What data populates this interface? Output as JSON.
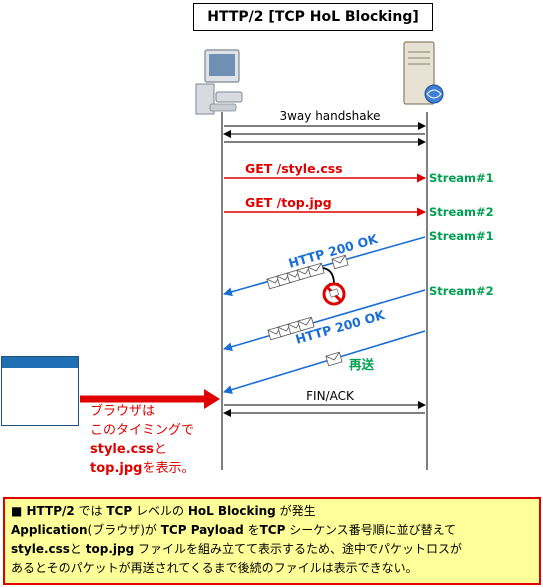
{
  "title": "HTTP/2  [TCP HoL Blocking]",
  "handshake_label": "3way handshake",
  "req1_label": "GET /style.css",
  "req2_label": "GET /top.jpg",
  "stream_req1": "Stream#1",
  "stream_req2": "Stream#2",
  "stream_resp1": "Stream#1",
  "stream_resp2": "Stream#2",
  "resp1_label": "HTTP 200 OK",
  "resp2_label": "HTTP 200 OK",
  "retransmit_label": "再送",
  "fin_label": "FIN/ACK",
  "caption": {
    "line1": "ブラウザは",
    "line2": "このタイミングで",
    "line3a": "style.css",
    "line3b": "と",
    "line4a": "top.jpg",
    "line4b": "を表示。"
  },
  "note": {
    "l1_a": "■ HTTP/2",
    "l1_b": " では ",
    "l1_c": "TCP",
    "l1_d": " レベルの ",
    "l1_e": "HoL Blocking",
    "l1_f": " が発生",
    "l2_a": "Application",
    "l2_b": "(ブラウザ)が ",
    "l2_c": "TCP Payload",
    "l2_d": " を",
    "l2_e": "TCP",
    "l2_f": " シーケンス番号順に並び替えて",
    "l3_a": "style.css",
    "l3_b": "と ",
    "l3_c": "top.jpg",
    "l3_d": " ファイルを組み立てて表示するため、途中でパケットロスが",
    "l4": "あるとそのパケットが再送されてくるまで後続のファイルは表示できない。"
  },
  "colors": {
    "request": "#e00000",
    "response": "#1a6fd6",
    "stream": "#00a050",
    "lifeline": "#000000",
    "note_bg": "#ffff99",
    "note_border": "#e00000"
  },
  "icons": {
    "client": "computer-icon",
    "server": "server-icon",
    "loss": "no-entry-icon",
    "packet": "envelope-icon"
  }
}
